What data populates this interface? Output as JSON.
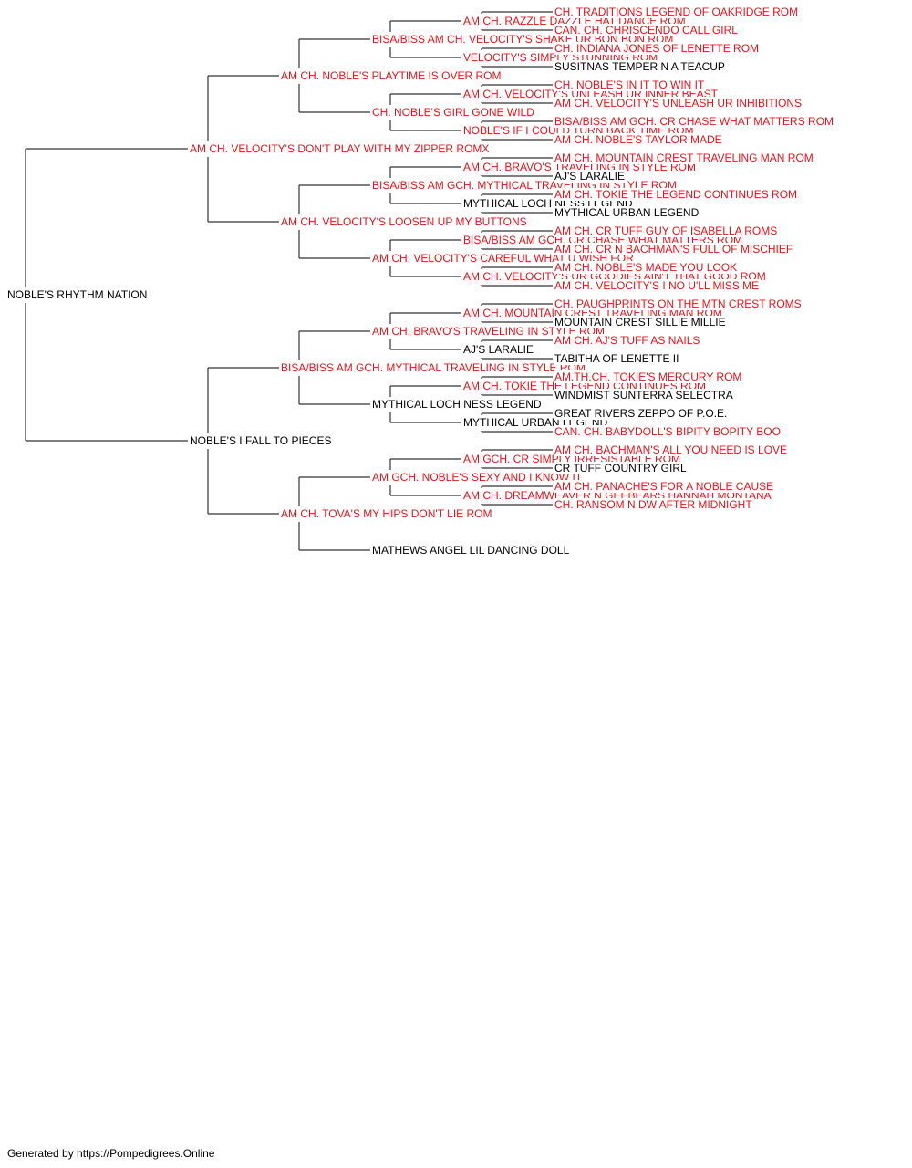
{
  "colors": {
    "titled": "#e8141c",
    "plain": "#000000",
    "line": "#333333",
    "background": "#ffffff"
  },
  "pedigree": {
    "name": "NOBLE'S RHYTHM NATION",
    "titled": false,
    "sire": {
      "name": "AM CH. VELOCITY'S DON'T PLAY WITH MY ZIPPER ROMX",
      "titled": true,
      "sire": {
        "name": "AM CH. NOBLE'S PLAYTIME IS OVER ROM",
        "titled": true,
        "sire": {
          "name": "BISA/BISS AM CH. VELOCITY'S SHAKE UR BON BON ROM",
          "titled": true,
          "sire": {
            "name": "AM CH. RAZZLE DAZZLE HAT DANCE ROM",
            "titled": true,
            "sire": {
              "name": "CH. TRADITIONS LEGEND OF OAKRIDGE ROM",
              "titled": true
            },
            "dam": {
              "name": "CAN. CH. CHRISCENDO CALL GIRL",
              "titled": true
            }
          },
          "dam": {
            "name": "VELOCITY'S SIMPLY STUNNING ROM",
            "titled": true,
            "sire": {
              "name": "CH. INDIANA JONES OF LENETTE ROM",
              "titled": true
            },
            "dam": {
              "name": "SUSITNAS TEMPER N A TEACUP",
              "titled": false
            }
          }
        },
        "dam": {
          "name": "CH. NOBLE'S GIRL GONE WILD",
          "titled": true,
          "sire": {
            "name": "AM CH. VELOCITY'S UNLEASH UR INNER BEAST",
            "titled": true,
            "sire": {
              "name": "CH. NOBLE'S IN IT TO WIN IT",
              "titled": true
            },
            "dam": {
              "name": "AM CH. VELOCITY'S UNLEASH UR INHIBITIONS",
              "titled": true
            }
          },
          "dam": {
            "name": "NOBLE'S IF I COULD TURN BACK TIME ROM",
            "titled": true,
            "sire": {
              "name": "BISA/BISS AM GCH. CR CHASE WHAT MATTERS ROM",
              "titled": true
            },
            "dam": {
              "name": "AM CH. NOBLE'S TAYLOR MADE",
              "titled": true
            }
          }
        }
      },
      "dam": {
        "name": "AM CH. VELOCITY'S LOOSEN UP MY BUTTONS",
        "titled": true,
        "sire": {
          "name": "BISA/BISS AM GCH. MYTHICAL TRAVELING IN STYLE ROM",
          "titled": true,
          "sire": {
            "name": "AM CH. BRAVO'S TRAVELING IN STYLE ROM",
            "titled": true,
            "sire": {
              "name": "AM CH. MOUNTAIN CREST TRAVELING MAN ROM",
              "titled": true
            },
            "dam": {
              "name": "AJ'S LARALIE",
              "titled": false
            }
          },
          "dam": {
            "name": "MYTHICAL LOCH NESS LEGEND",
            "titled": false,
            "sire": {
              "name": "AM CH. TOKIE THE LEGEND CONTINUES ROM",
              "titled": true
            },
            "dam": {
              "name": "MYTHICAL URBAN LEGEND",
              "titled": false
            }
          }
        },
        "dam": {
          "name": "AM CH. VELOCITY'S CAREFUL WHAT U WISH FOR",
          "titled": true,
          "sire": {
            "name": "BISA/BISS AM GCH. CR CHASE WHAT MATTERS ROM",
            "titled": true,
            "sire": {
              "name": "AM CH. CR TUFF GUY OF ISABELLA ROMS",
              "titled": true
            },
            "dam": {
              "name": "AM CH. CR N BACHMAN'S FULL OF MISCHIEF",
              "titled": true
            }
          },
          "dam": {
            "name": "AM CH. VELOCITY'S UR GOODIES AIN'T THAT GOOD ROM",
            "titled": true,
            "sire": {
              "name": "AM CH. NOBLE'S MADE YOU LOOK",
              "titled": true
            },
            "dam": {
              "name": "AM CH. VELOCITY'S I NO U'LL MISS ME",
              "titled": true
            }
          }
        }
      }
    },
    "dam": {
      "name": "NOBLE'S I FALL TO PIECES",
      "titled": false,
      "sire": {
        "name": "BISA/BISS AM GCH. MYTHICAL TRAVELING IN STYLE ROM",
        "titled": true,
        "sire": {
          "name": "AM CH. BRAVO'S TRAVELING IN STYLE ROM",
          "titled": true,
          "sire": {
            "name": "AM CH. MOUNTAIN CREST TRAVELING MAN ROM",
            "titled": true,
            "sire": {
              "name": "CH. PAUGHPRINTS ON THE MTN CREST ROMS",
              "titled": true
            },
            "dam": {
              "name": "MOUNTAIN CREST SILLIE MILLIE",
              "titled": false
            }
          },
          "dam": {
            "name": "AJ'S LARALIE",
            "titled": false,
            "sire": {
              "name": "AM CH. AJ'S TUFF AS NAILS",
              "titled": true
            },
            "dam": {
              "name": "TABITHA OF LENETTE II",
              "titled": false
            }
          }
        },
        "dam": {
          "name": "MYTHICAL LOCH NESS LEGEND",
          "titled": false,
          "sire": {
            "name": "AM CH. TOKIE THE LEGEND CONTINUES ROM",
            "titled": true,
            "sire": {
              "name": "AM.TH.CH. TOKIE'S MERCURY ROM",
              "titled": true
            },
            "dam": {
              "name": "WINDMIST SUNTERRA SELECTRA",
              "titled": false
            }
          },
          "dam": {
            "name": "MYTHICAL URBAN LEGEND",
            "titled": false,
            "sire": {
              "name": "GREAT RIVERS ZEPPO OF P.O.E.",
              "titled": false
            },
            "dam": {
              "name": "CAN. CH. BABYDOLL'S BIPITY BOPITY BOO",
              "titled": true
            }
          }
        }
      },
      "dam": {
        "name": "AM CH. TOVA'S MY HIPS DON'T LIE ROM",
        "titled": true,
        "sire": {
          "name": "AM GCH. NOBLE'S SEXY AND I KNOW IT",
          "titled": true,
          "sire": {
            "name": "AM GCH. CR SIMPLY IRRESISTABLE ROM",
            "titled": true,
            "sire": {
              "name": "AM CH. BACHMAN'S ALL YOU NEED IS LOVE",
              "titled": true
            },
            "dam": {
              "name": "CR TUFF COUNTRY GIRL",
              "titled": false
            }
          },
          "dam": {
            "name": "AM CH. DREAMWEAVER N GEEBEARS HANNAH MONTANA",
            "titled": true,
            "sire": {
              "name": "AM CH. PANACHE'S FOR A NOBLE CAUSE",
              "titled": true
            },
            "dam": {
              "name": "CH. RANSOM N DW AFTER MIDNIGHT",
              "titled": true
            }
          }
        },
        "dam": {
          "name": "MATHEWS ANGEL LIL DANCING DOLL",
          "titled": false
        }
      }
    }
  },
  "footer": {
    "text": "Generated by https://Pompedigrees.Online"
  }
}
